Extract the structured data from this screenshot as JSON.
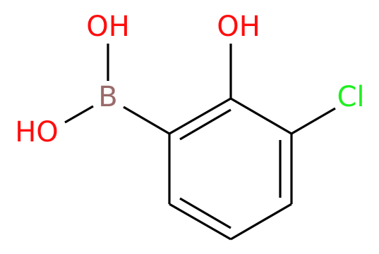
{
  "molecule": {
    "atoms": {
      "boron": {
        "label": "B",
        "color": "#9a6a6a"
      },
      "hydroxyl_top_left": {
        "label": "OH",
        "color": "#ff0d0d"
      },
      "hydroxyl_left": {
        "label": "HO",
        "color": "#ff0d0d"
      },
      "hydroxyl_ring": {
        "label": "OH",
        "color": "#ff0d0d"
      },
      "chlorine": {
        "label": "Cl",
        "color": "#1fef1f"
      }
    },
    "bond_color": "#000000"
  }
}
